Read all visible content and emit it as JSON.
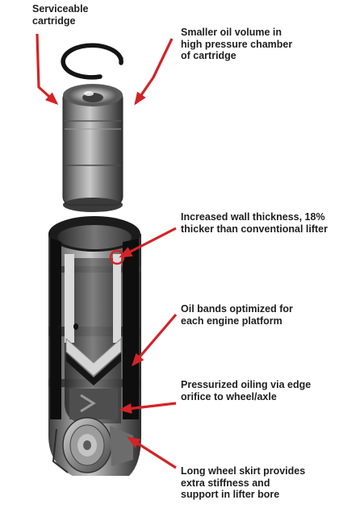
{
  "diagram": {
    "accent_color": "#d42326",
    "subject": "hydraulic roller lifter, exploded cutaway",
    "parts": [
      "retaining-ring",
      "cartridge",
      "lifter-body",
      "roller-wheel"
    ],
    "callouts": [
      {
        "id": "serviceable-cartridge",
        "text": "Serviceable\ncartridge"
      },
      {
        "id": "smaller-oil-volume",
        "text": "Smaller oil volume in\nhigh pressure chamber\nof cartridge"
      },
      {
        "id": "wall-thickness",
        "text": "Increased wall thickness, 18%\nthicker than conventional lifter"
      },
      {
        "id": "oil-bands",
        "text": "Oil bands optimized for\neach engine platform"
      },
      {
        "id": "pressurized-oiling",
        "text": "Pressurized oiling via edge\norifice to wheel/axle"
      },
      {
        "id": "long-wheel-skirt",
        "text": "Long wheel skirt provides\nextra stiffness and\nsupport in lifter bore"
      }
    ]
  }
}
